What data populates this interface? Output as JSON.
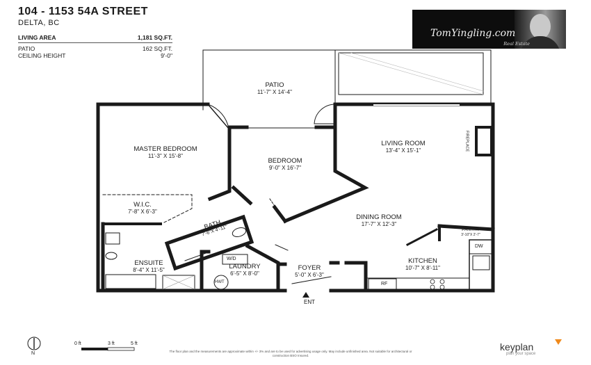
{
  "header": {
    "address": "104 - 1153 54A STREET",
    "city": "DELTA, BC"
  },
  "specs": {
    "living_area_label": "LIVING AREA",
    "living_area_value": "1,181 SQ.FT.",
    "patio_label": "PATIO",
    "patio_value": "162 SQ.FT.",
    "ceiling_label": "CEILING HEIGHT",
    "ceiling_value": "9'-0\""
  },
  "brand": {
    "name": "TomYingling.com",
    "tagline": "Real Estate"
  },
  "rooms": {
    "patio": {
      "name": "PATIO",
      "dims": "11'-7\" X 14'-4\""
    },
    "master": {
      "name": "MASTER BEDROOM",
      "dims": "11'-3\" X 15'-8\""
    },
    "bedroom": {
      "name": "BEDROOM",
      "dims": "9'-0\" X 16'-7\""
    },
    "living": {
      "name": "LIVING ROOM",
      "dims": "13'-4\" X 15'-1\""
    },
    "dining": {
      "name": "DINING ROOM",
      "dims": "17'-7\" X 12'-3\""
    },
    "wic": {
      "name": "W.I.C.",
      "dims": "7'-8\" X 6'-3\""
    },
    "bath": {
      "name": "BATH",
      "dims": "7'-6\"X 4'-11\""
    },
    "ensuite": {
      "name": "ENSUITE",
      "dims": "8'-4\" X 11'-5\""
    },
    "laundry": {
      "name": "LAUNDRY",
      "dims": "6'-5\" X 8'-0\""
    },
    "foyer": {
      "name": "FOYER",
      "dims": "5'-0\" X 6'-3\""
    },
    "kitchen": {
      "name": "KITCHEN",
      "dims": "10'-7\" X 8'-11\""
    },
    "pantry": {
      "name": "PANTRY",
      "dims": "3'-10\"X 2'-7\""
    }
  },
  "fixtures": {
    "fireplace": "FIREPLACE",
    "dw": "DW",
    "wd": "W/D",
    "hwt": "HWT",
    "rf": "RF"
  },
  "entry_label": "ENT",
  "scale": {
    "s0": "0 ft",
    "s3": "3 ft",
    "s5": "5 ft"
  },
  "north": "N",
  "disclaimer": "The floor plan and the measurements are approximate within +/- 3% and are to be used for advertising usage only. May include unfinished area. Not suitable for architectural or construction BSO Insured.",
  "keyplan": {
    "name": "keyplan",
    "tagline": "plan your space",
    "accent": "#f08a1c"
  }
}
